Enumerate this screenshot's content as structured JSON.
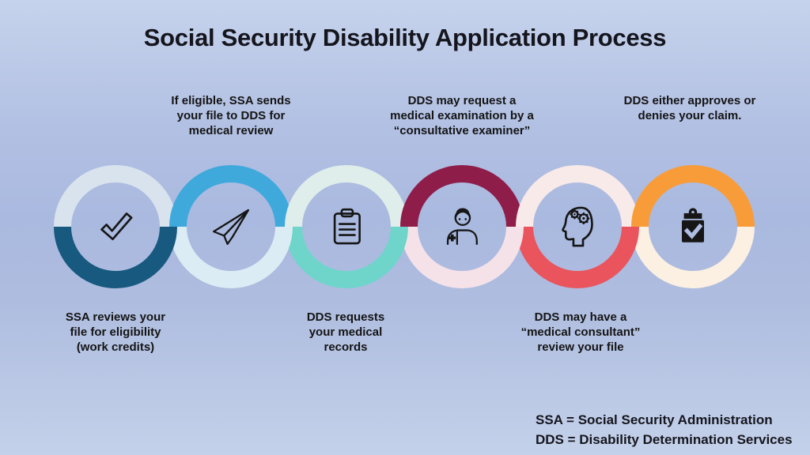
{
  "title": "Social Security Disability Application Process",
  "steps": [
    {
      "label": "SSA reviews your\nfile for eligibility\n(work credits)",
      "label_position": "below",
      "icon": "checkmark-icon",
      "ring_top": "#d8e3ee",
      "ring_bottom": "#17597f"
    },
    {
      "label": "If eligible, SSA sends\nyour file to DDS for\nmedical review",
      "label_position": "above",
      "icon": "paper-plane-icon",
      "ring_top": "#3fa9dc",
      "ring_bottom": "#dcecf4"
    },
    {
      "label": "DDS requests\nyour medical\nrecords",
      "label_position": "below",
      "icon": "clipboard-icon",
      "ring_top": "#dfeeea",
      "ring_bottom": "#6fd5cb"
    },
    {
      "label": "DDS may request a\nmedical examination by a\n“consultative examiner”",
      "label_position": "above",
      "icon": "doctor-icon",
      "ring_top": "#8e1d4a",
      "ring_bottom": "#f5e2e9"
    },
    {
      "label": "DDS may have a\n“medical consultant”\nreview your file",
      "label_position": "below",
      "icon": "head-gears-icon",
      "ring_top": "#f8eae8",
      "ring_bottom": "#e9545d"
    },
    {
      "label": "DDS either approves or\ndenies your claim.",
      "label_position": "above",
      "icon": "clipboard-check-icon",
      "ring_top": "#f89c3a",
      "ring_bottom": "#fbf0e1"
    }
  ],
  "legend": {
    "text": "SSA = Social Security Administration\nDDS = Disability Determination Services"
  },
  "colors": {
    "background_top": "#c6d3ec",
    "background_middle": "#aab9df",
    "background_bottom": "#c4d1ea",
    "icon_color": "#161616",
    "icon_knockout": "#aebde2",
    "title_text": "#15151d",
    "label_text": "#141414"
  }
}
